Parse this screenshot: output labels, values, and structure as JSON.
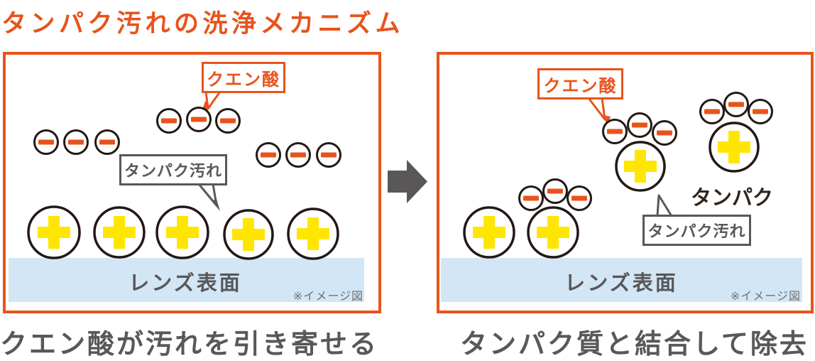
{
  "title": "タンパク汚れの洗浄メカニズム",
  "panels": [
    {
      "citric_acid_label": "クエン酸",
      "protein_dirt_label": "タンパク汚れ",
      "lens_surface_label": "レンズ表面",
      "image_note": "※イメージ図",
      "caption": "クエン酸が汚れを引き寄せる"
    },
    {
      "citric_acid_label": "クエン酸",
      "protein_dirt_label": "タンパク汚れ",
      "protein_float_text": "タンパク",
      "lens_surface_label": "レンズ表面",
      "image_note": "※イメージ図",
      "caption": "タンパク質と結合して除去"
    }
  ],
  "colors": {
    "accent_orange": "#e8531c",
    "text_gray": "#595757",
    "outline_black": "#231815",
    "plus_yellow": "#ffe600",
    "minus_orange": "#e8531c",
    "surface_blue": "#d3e6f5",
    "note_gray": "#727171",
    "protein_text_brown": "#32241c"
  }
}
